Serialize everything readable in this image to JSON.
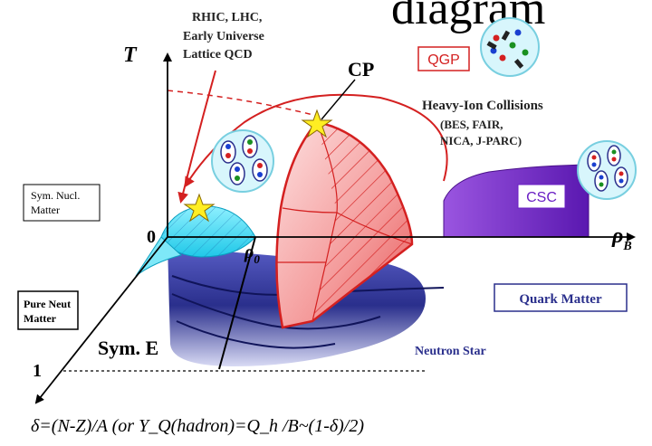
{
  "title_fragment": "diagram",
  "axes": {
    "t_label": "T",
    "rho_label": "ρ",
    "rho_subscript": "B",
    "origin_label": "0",
    "rho0_label": "ρ",
    "rho0_subscript": "0",
    "delta_tick": "1"
  },
  "labels": {
    "rhic_line1": "RHIC, LHC,",
    "rhic_line2": "Early Universe",
    "rhic_line3": "Lattice QCD",
    "cp": "CP",
    "qgp": "QGP",
    "heavy_ion": "Heavy-Ion Collisions",
    "facilities_line1": "(BES, FAIR,",
    "facilities_line2": "NICA, J-PARC)",
    "csc": "CSC",
    "sym_nucl_line1": "Sym. Nucl.",
    "sym_nucl_line2": "Matter",
    "pure_neut_line1": "Pure Neut",
    "pure_neut_line2": "Matter",
    "quark_matter": "Quark Matter",
    "neutron_star": "Neutron Star",
    "sym_e": "Sym. E",
    "formula": "δ=(N-Z)/A  (or Y_Q(hadron)=Q_h /B~(1-δ)/2)"
  },
  "colors": {
    "qgp_red": "#d42020",
    "csc_purple": "#6a1fc4",
    "nuclear_cyan": "#38d8f0",
    "neutron_star_navy": "#2a2f8c",
    "star_yellow": "#ffee22"
  }
}
